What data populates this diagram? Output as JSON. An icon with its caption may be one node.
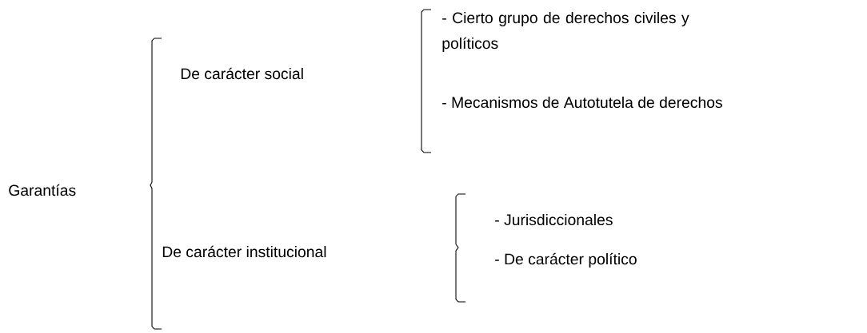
{
  "diagram": {
    "labels": [
      "- Cierto grupo de derechos civiles y políticos",
      "De carácter social",
      "- Mecanismos de Autotutela de derechos",
      "Garantías",
      "- Jurisdiccionales",
      "De carácter institucional",
      "- De carácter político"
    ]
  }
}
